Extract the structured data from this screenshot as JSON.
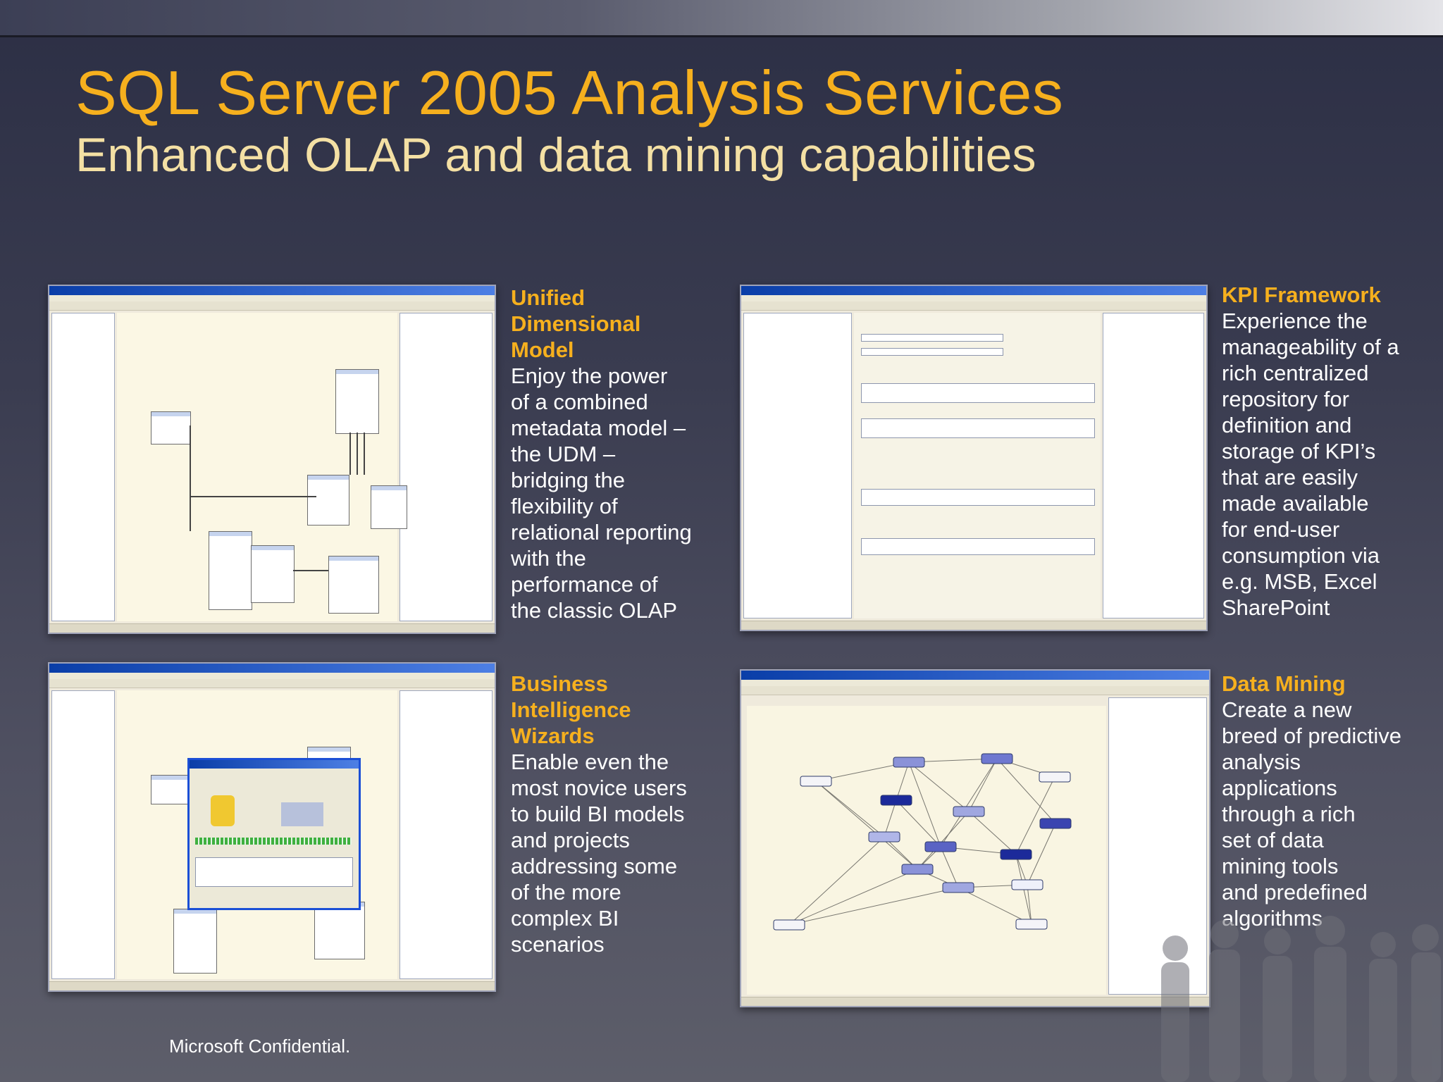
{
  "slide": {
    "title": "SQL Server 2005 Analysis Services",
    "subtitle": "Enhanced OLAP and data mining capabilities",
    "footer": "Microsoft Confidential."
  },
  "features": [
    {
      "heading_lines": [
        "Unified",
        "Dimensional",
        "Model"
      ],
      "body": "Enjoy the power\nof a combined\nmetadata model –\nthe UDM –\nbridging  the\nflexibility of\nrelational reporting\nwith the\nperformance of\nthe classic OLAP"
    },
    {
      "heading_lines": [
        "KPI Framework"
      ],
      "body": "Experience the\nmanageability of a\nrich centralized\nrepository for\ndefinition and\nstorage of KPI’s\nthat are easily\nmade available\nfor end-user\nconsumption via\ne.g. MSB, Excel\nSharePoint"
    },
    {
      "heading_lines": [
        "Business",
        "Intelligence",
        "Wizards"
      ],
      "body": "Enable even the\nmost novice users\nto build BI models\nand projects\naddressing some\nof  the more\ncomplex BI\nscenarios"
    },
    {
      "heading_lines": [
        "Data Mining"
      ],
      "body": "Create a new\nbreed of predictive\nanalysis\napplications\nthrough a rich\nset of data\nmining tools\nand predefined\nalgorithms"
    }
  ],
  "colors": {
    "heading": "#f6b01e",
    "title": "#f6b01e",
    "subtitle": "#f4e0a4",
    "body_text": "#ffffff"
  }
}
